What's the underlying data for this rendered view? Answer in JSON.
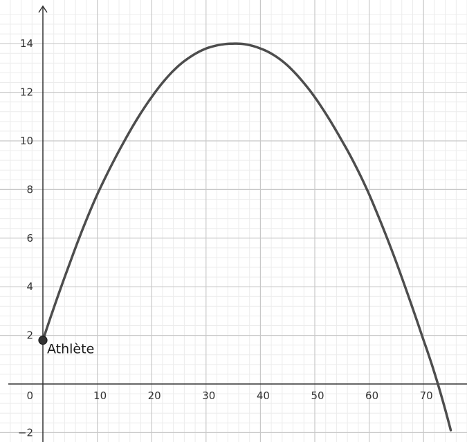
{
  "chart_data": {
    "type": "line",
    "title": "",
    "xlabel": "",
    "ylabel": "",
    "xlim": [
      -6,
      78
    ],
    "ylim": [
      -2.2,
      15.5
    ],
    "grid": true,
    "minor_grid": true,
    "x_ticks": [
      {
        "value": 0,
        "label": "0"
      },
      {
        "value": 10,
        "label": "10"
      },
      {
        "value": 20,
        "label": "20"
      },
      {
        "value": 30,
        "label": "30"
      },
      {
        "value": 40,
        "label": "40"
      },
      {
        "value": 50,
        "label": "50"
      },
      {
        "value": 60,
        "label": "60"
      },
      {
        "value": 70,
        "label": "70"
      }
    ],
    "y_ticks": [
      {
        "value": -2,
        "label": "−2"
      },
      {
        "value": 2,
        "label": "2"
      },
      {
        "value": 4,
        "label": "4"
      },
      {
        "value": 6,
        "label": "6"
      },
      {
        "value": 8,
        "label": "8"
      },
      {
        "value": 10,
        "label": "10"
      },
      {
        "value": 12,
        "label": "12"
      },
      {
        "value": 14,
        "label": "14"
      }
    ],
    "series": [
      {
        "color": "#4d4d4d",
        "x": [
          0,
          5,
          10,
          15,
          20,
          25,
          30,
          35,
          40,
          45,
          50,
          55,
          60,
          65,
          70,
          72.5,
          75
        ],
        "y": [
          1.8,
          5.0,
          7.8,
          10.0,
          11.8,
          13.1,
          13.8,
          14.0,
          13.8,
          13.1,
          11.8,
          10.0,
          7.8,
          5.0,
          1.8,
          0.1,
          -1.9
        ]
      }
    ],
    "points": [
      {
        "label": "Athlète",
        "x": 0,
        "y": 1.8,
        "color": "#333333"
      }
    ]
  }
}
